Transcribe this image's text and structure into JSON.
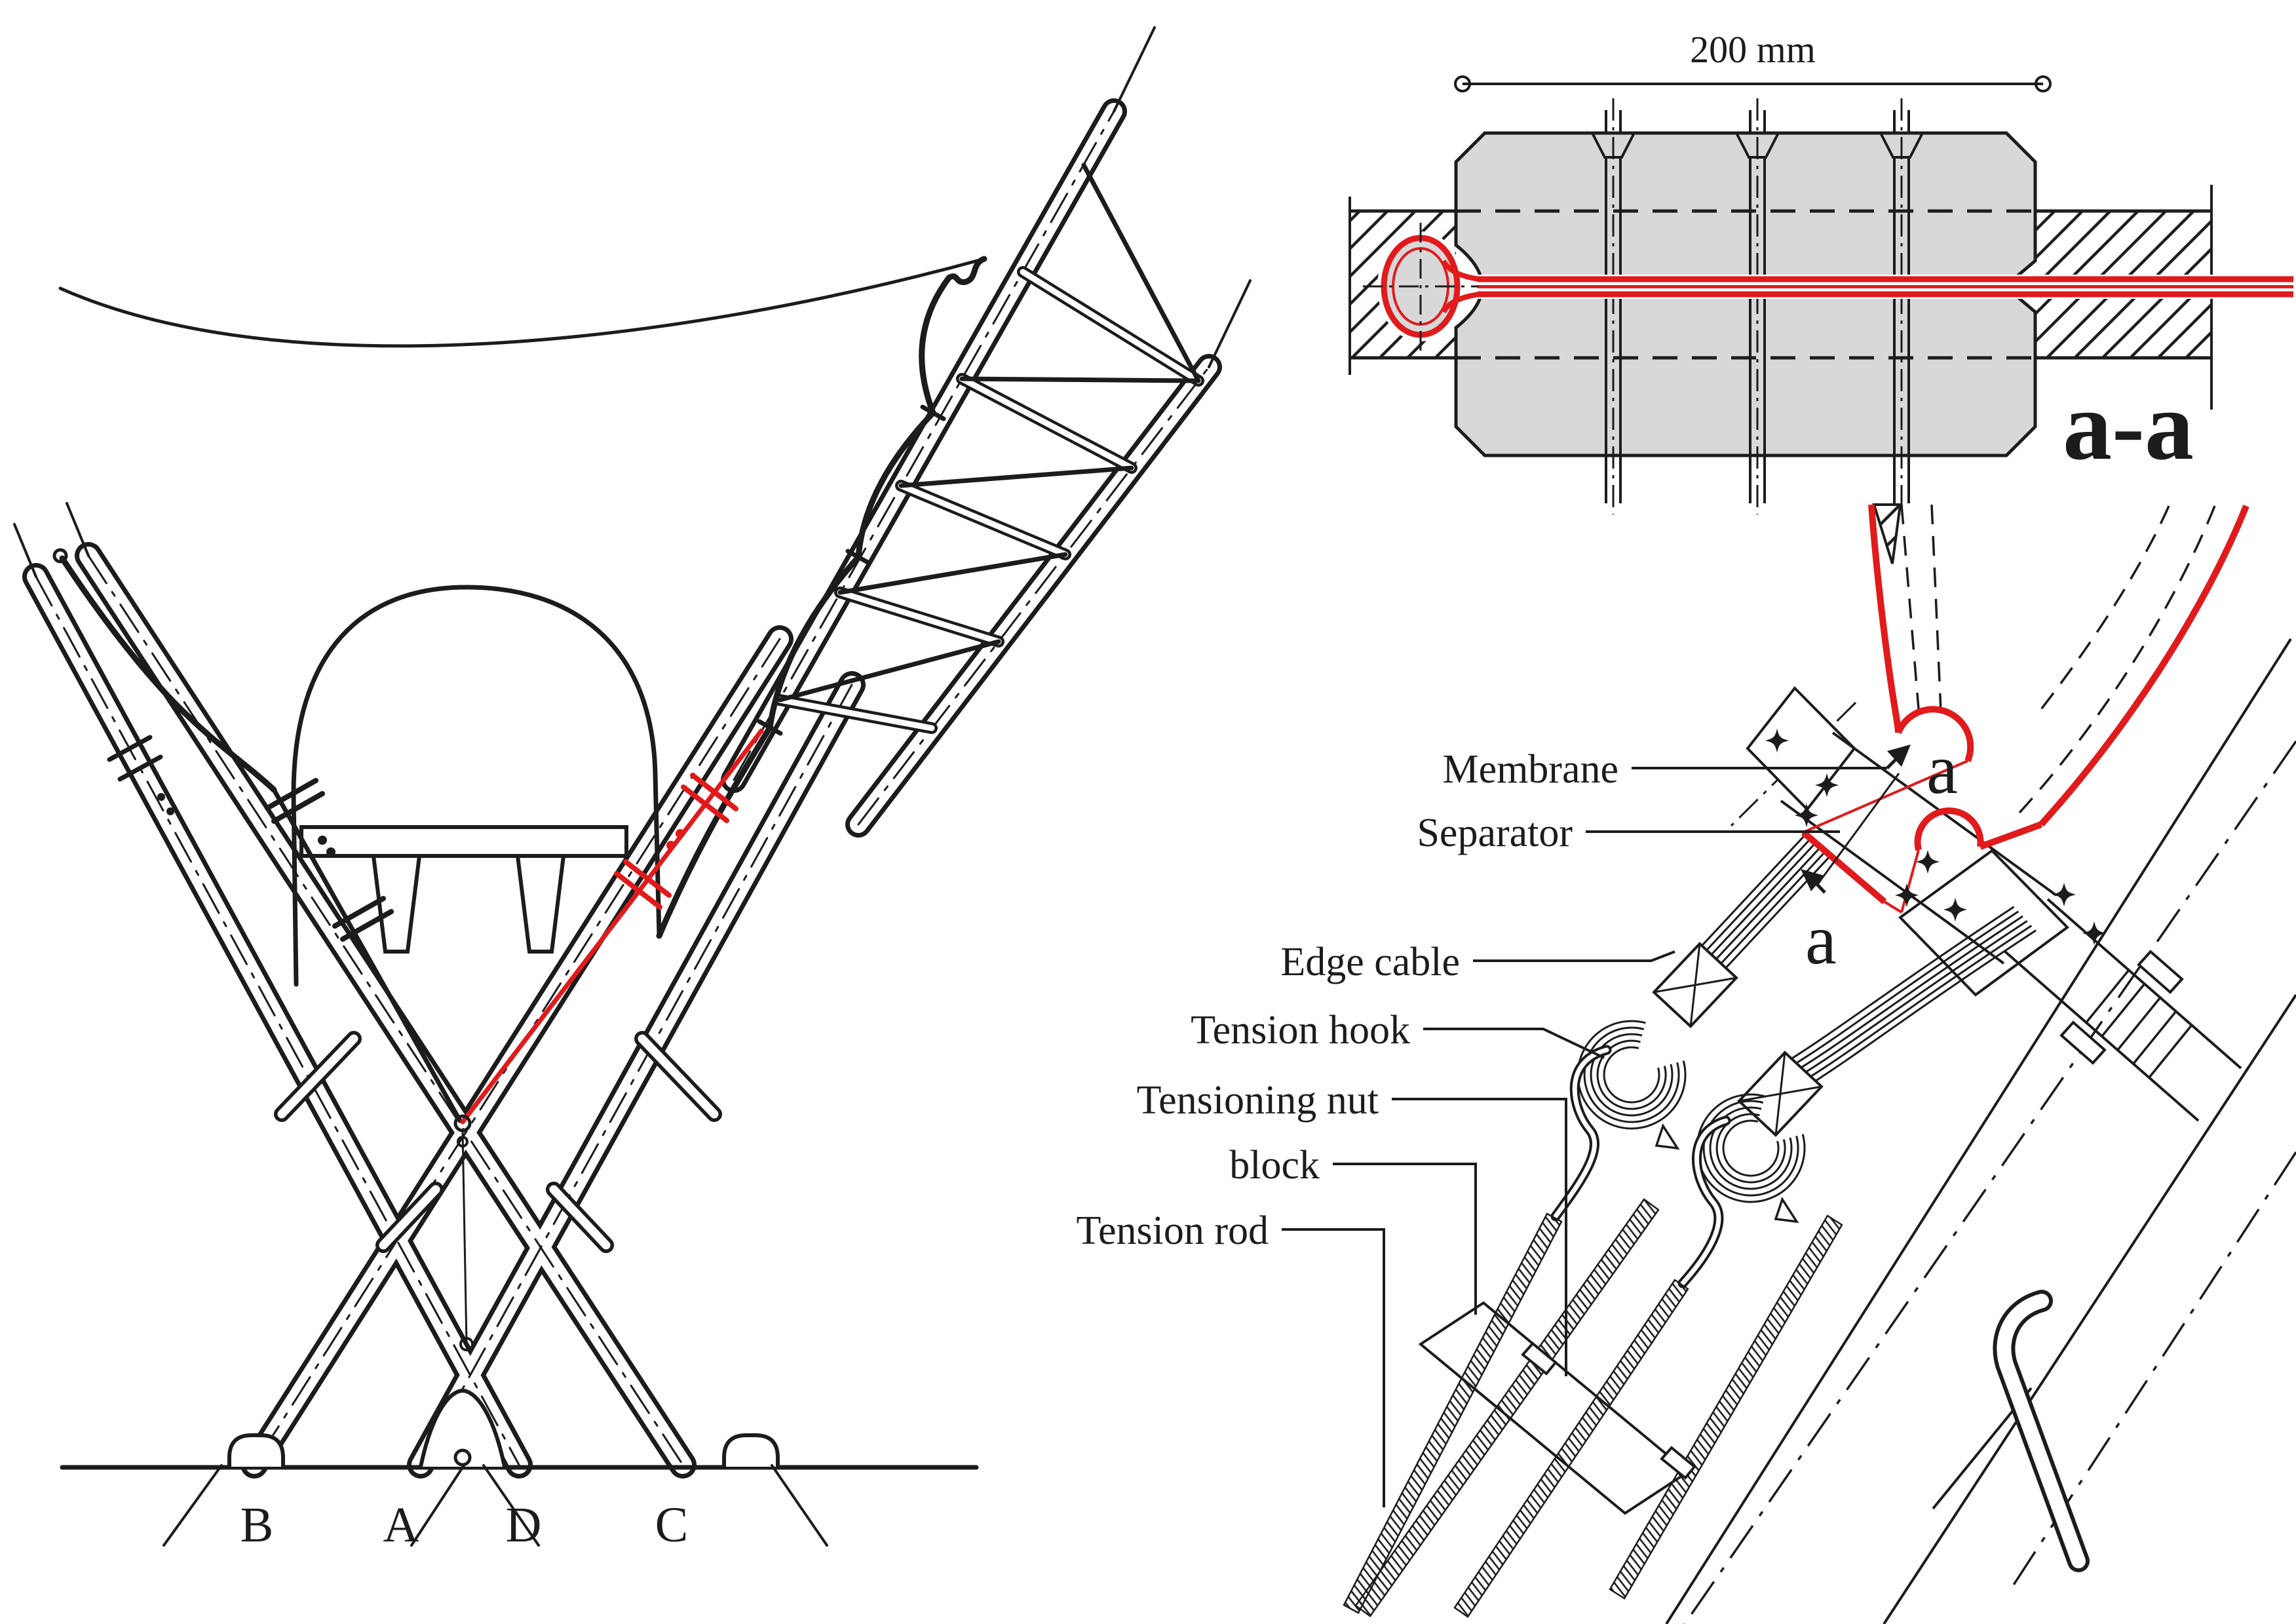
{
  "drawing": {
    "background": "#ffffff",
    "colors": {
      "ink": "#1c1c1c",
      "highlight_red": "#e11a1c",
      "clamp_gray": "#d8d8d8"
    },
    "elevation": {
      "footing_labels": {
        "b": "B",
        "a": "A",
        "d": "D",
        "c": "C"
      }
    },
    "section_aa": {
      "dimension": "200 mm",
      "title": "a-a"
    },
    "detail": {
      "membrane": "Membrane",
      "separator": "Separator",
      "edge_cable": "Edge cable",
      "tension_hook": "Tension hook",
      "tensioning_nut": "Tensioning nut",
      "block": "block",
      "tension_rod": "Tension rod",
      "cut_marker_upper": "a",
      "cut_marker_lower": "a"
    }
  }
}
